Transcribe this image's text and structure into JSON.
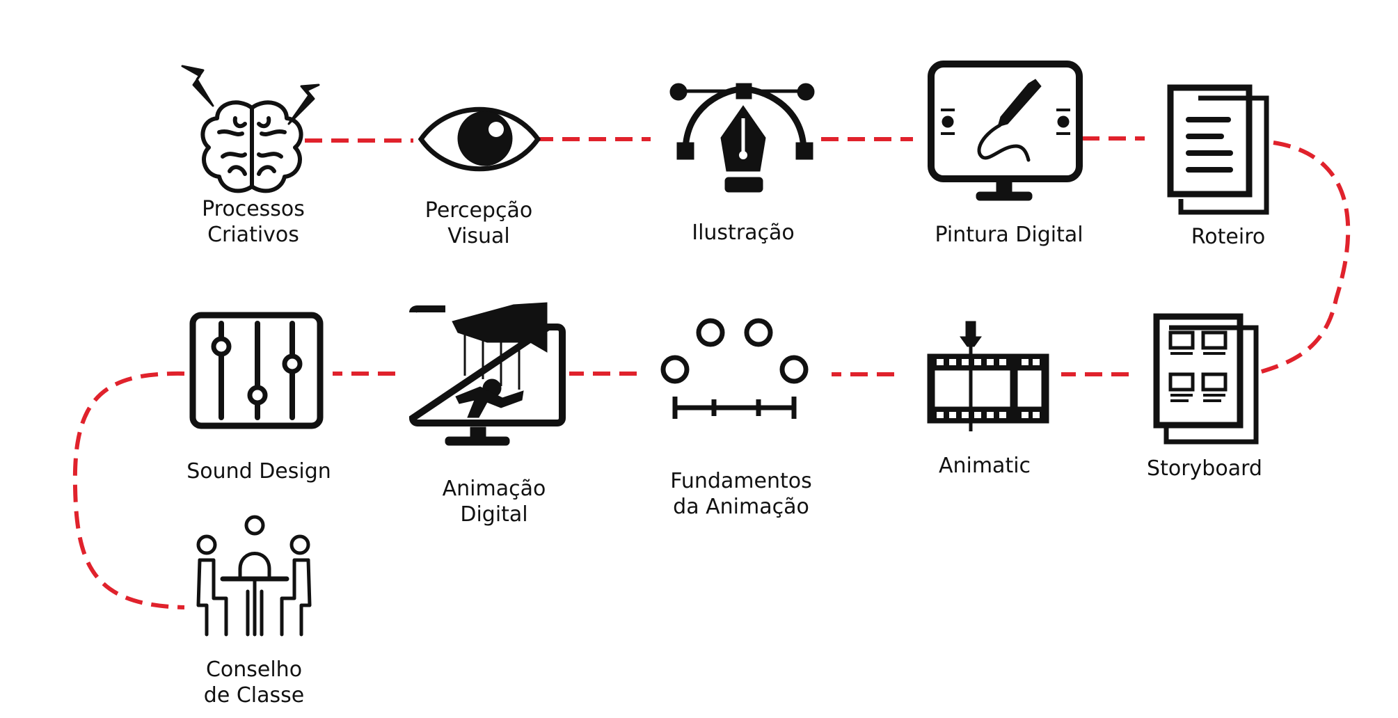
{
  "colors": {
    "connector": "#e0222c",
    "icon": "#111111",
    "text": "#111111"
  },
  "steps": [
    {
      "icon": "brain-icon",
      "label": [
        "Processos",
        "Criativos"
      ]
    },
    {
      "icon": "eye-icon",
      "label": [
        "Percepção",
        "Visual"
      ]
    },
    {
      "icon": "pen-tool-icon",
      "label": [
        "Ilustração"
      ]
    },
    {
      "icon": "monitor-pen-icon",
      "label": [
        "Pintura Digital"
      ]
    },
    {
      "icon": "document-icon",
      "label": [
        "Roteiro"
      ]
    },
    {
      "icon": "storyboard-icon",
      "label": [
        "Storyboard"
      ]
    },
    {
      "icon": "film-strip-icon",
      "label": [
        "Animatic"
      ]
    },
    {
      "icon": "animation-arc-icon",
      "label": [
        "Fundamentos",
        "da Animação"
      ]
    },
    {
      "icon": "puppet-monitor-icon",
      "label": [
        "Animação",
        "Digital"
      ]
    },
    {
      "icon": "mixer-sliders-icon",
      "label": [
        "Sound Design"
      ]
    },
    {
      "icon": "meeting-table-icon",
      "label": [
        "Conselho",
        "de Classe"
      ]
    }
  ]
}
